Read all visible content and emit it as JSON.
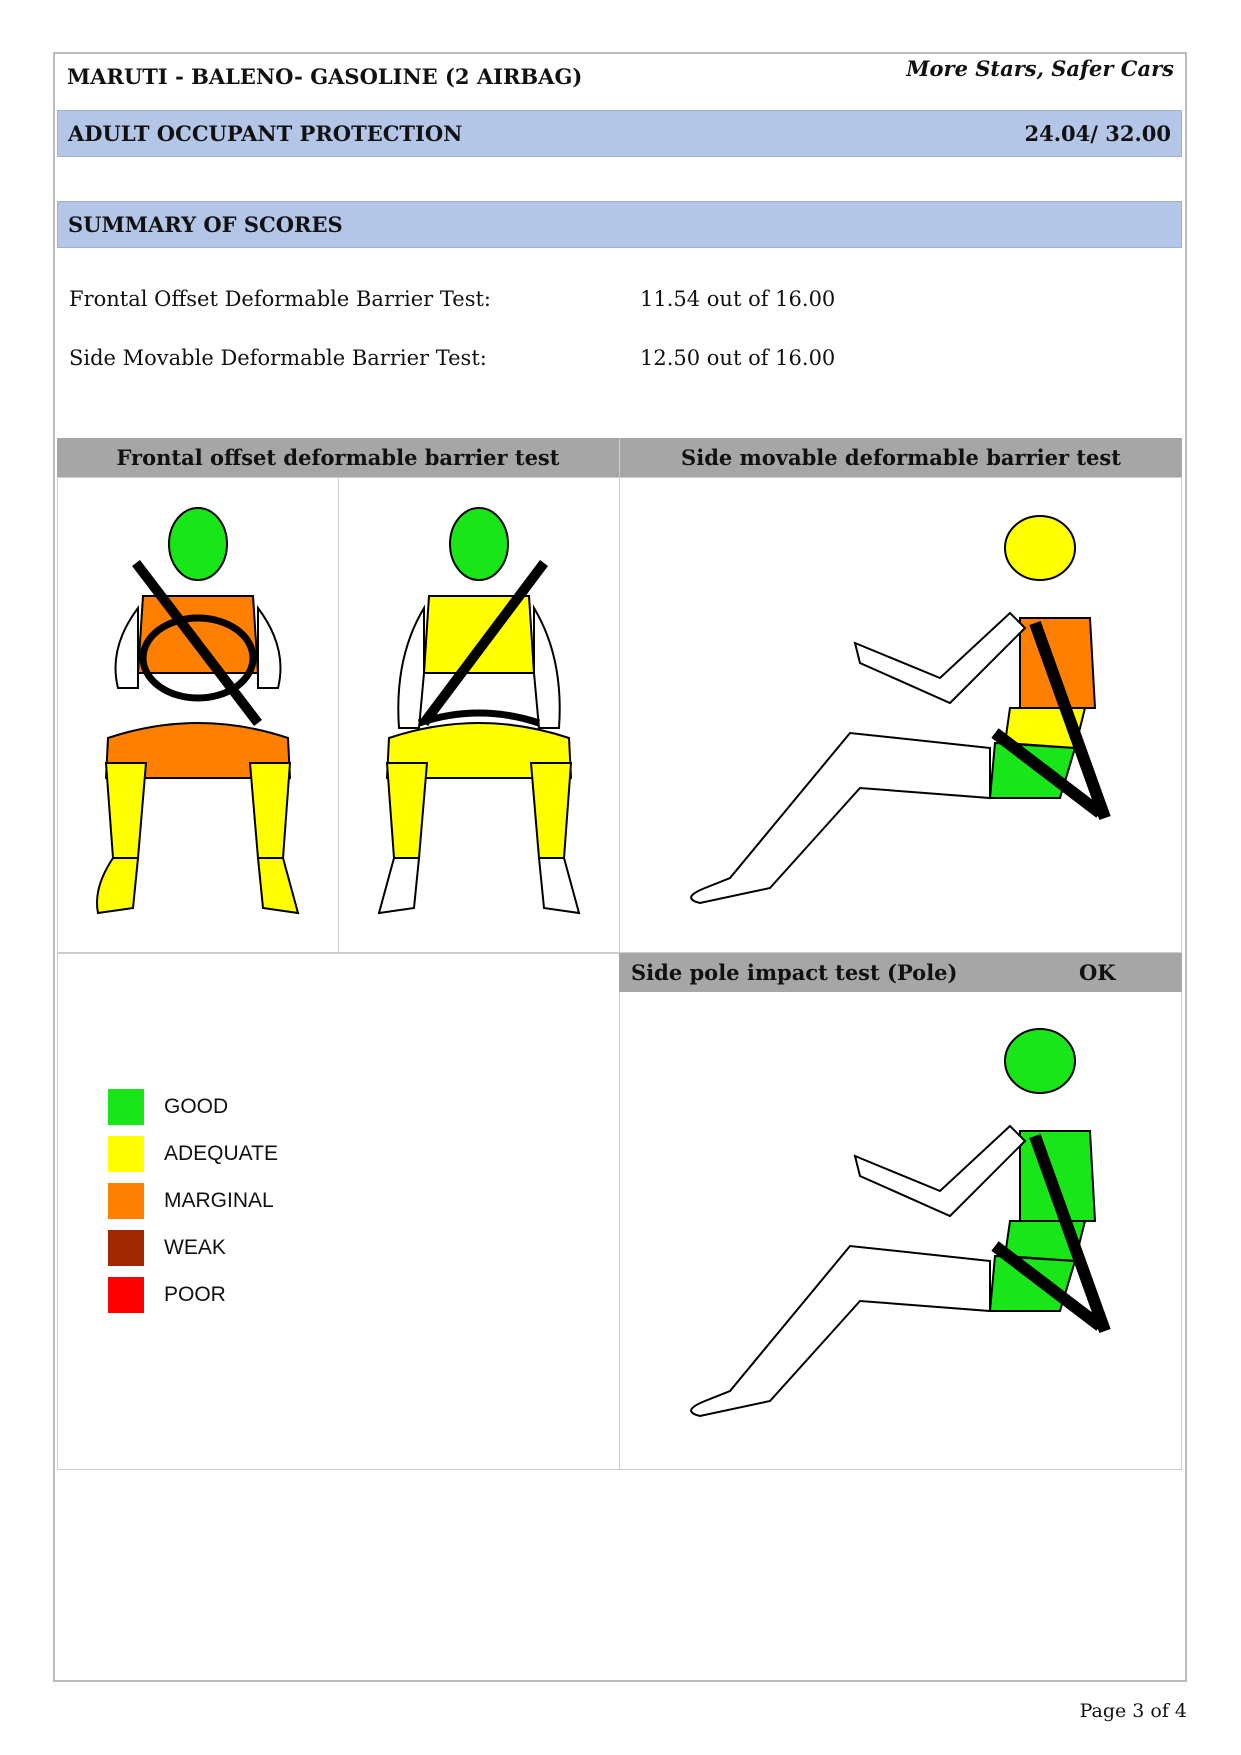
{
  "header": {
    "title": "MARUTI - BALENO- GASOLINE (2 AIRBAG)",
    "slogan": "More Stars, Safer Cars"
  },
  "adult": {
    "label": "ADULT OCCUPANT PROTECTION",
    "score": "24.04/ 32.00"
  },
  "summary": {
    "label": "SUMMARY OF SCORES",
    "rows": [
      {
        "test": "Frontal Offset Deformable Barrier Test:",
        "score": "11.54 out of 16.00"
      },
      {
        "test": "Side Movable Deformable Barrier Test:",
        "score": "12.50 out of 16.00"
      }
    ]
  },
  "panels": {
    "frontal": "Frontal offset deformable barrier test",
    "side": "Side movable deformable barrier test",
    "pole": "Side pole impact test (Pole)",
    "pole_result": "OK"
  },
  "legend": [
    {
      "label": "GOOD",
      "color": "#19e619"
    },
    {
      "label": "ADEQUATE",
      "color": "#ffff00"
    },
    {
      "label": "MARGINAL",
      "color": "#ff8000"
    },
    {
      "label": "WEAK",
      "color": "#a02800"
    },
    {
      "label": "POOR",
      "color": "#ff0000"
    }
  ],
  "footer": {
    "page": "Page 3 of 4"
  }
}
